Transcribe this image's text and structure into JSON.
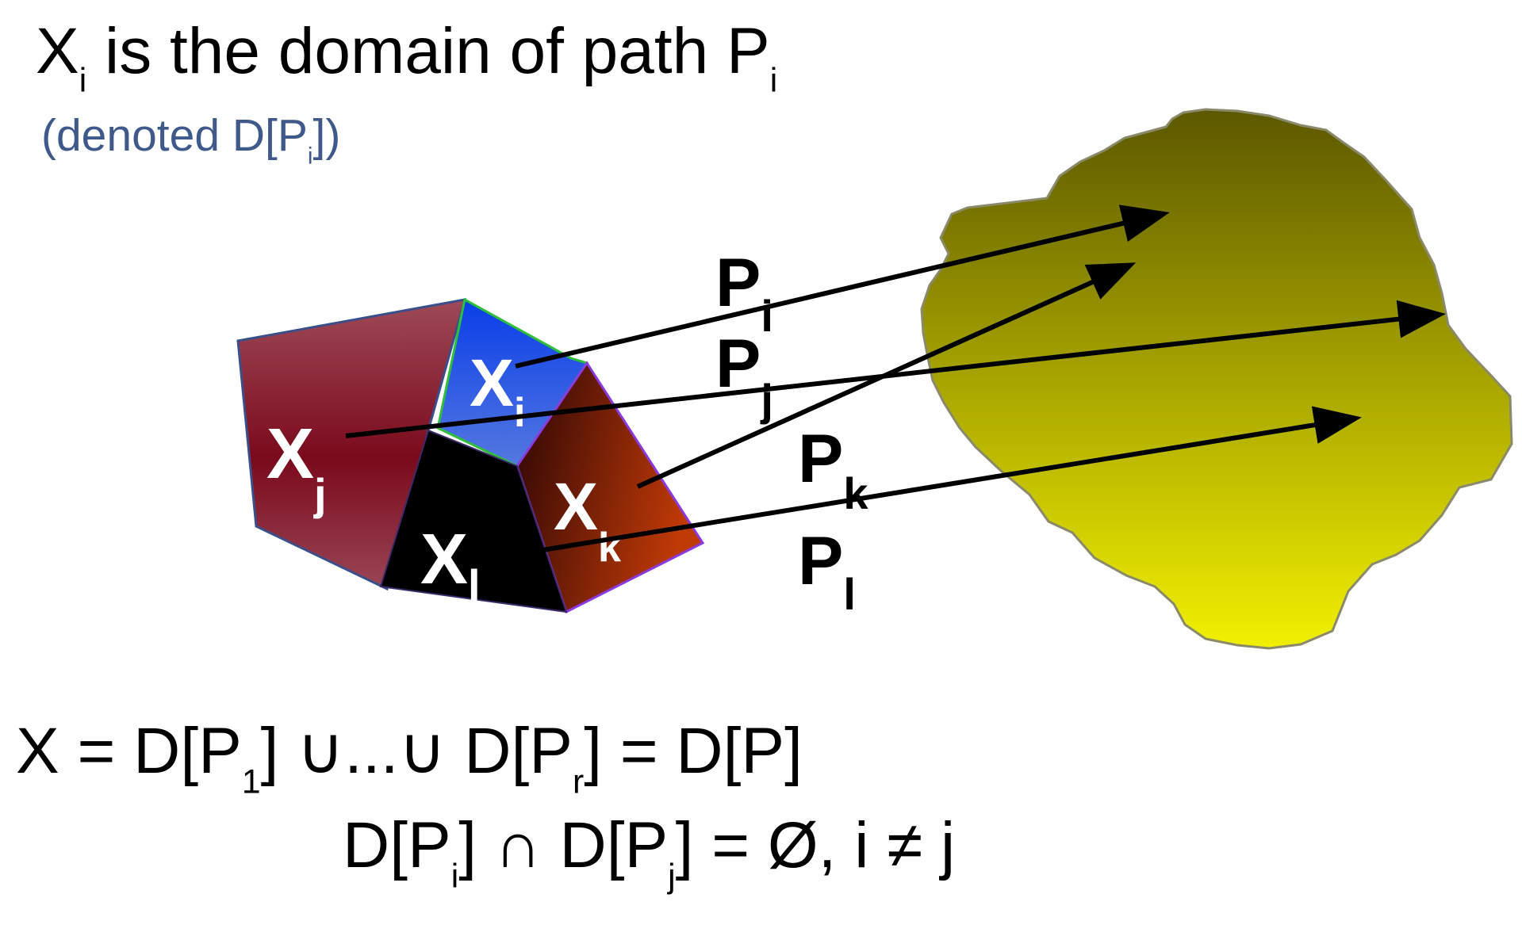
{
  "title": {
    "var": "X",
    "var_sub": "i",
    "text": " is the domain of path P",
    "text_sub": "i"
  },
  "subtitle": {
    "pre": "(denoted D[P",
    "sub": "i",
    "post": "])"
  },
  "regions": {
    "xj": {
      "letter": "X",
      "sub": "j"
    },
    "xi": {
      "letter": "X",
      "sub": "i"
    },
    "xk": {
      "letter": "X",
      "sub": "k"
    },
    "xl": {
      "letter": "X",
      "sub": "l"
    }
  },
  "paths": {
    "pi": {
      "letter": "P",
      "sub": "i"
    },
    "pj": {
      "letter": "P",
      "sub": "j"
    },
    "pk": {
      "letter": "P",
      "sub": "k"
    },
    "pl": {
      "letter": "P",
      "sub": "l"
    }
  },
  "formula1": {
    "a": "X = D[P",
    "a_sub": "1",
    "b": "] ∪...∪ D[P",
    "b_sub": "r",
    "c": "] = D[P]"
  },
  "formula2": {
    "a": "D[P",
    "a_sub": "i",
    "b": "] ∩ D[P",
    "b_sub": "j",
    "c": "] = Ø, i ≠ j"
  },
  "colors": {
    "region_j": "#7a1020",
    "region_i": "#1c4fe0",
    "region_k": "#8a2a08",
    "region_l": "#000000",
    "codomain": "#b8b400"
  }
}
